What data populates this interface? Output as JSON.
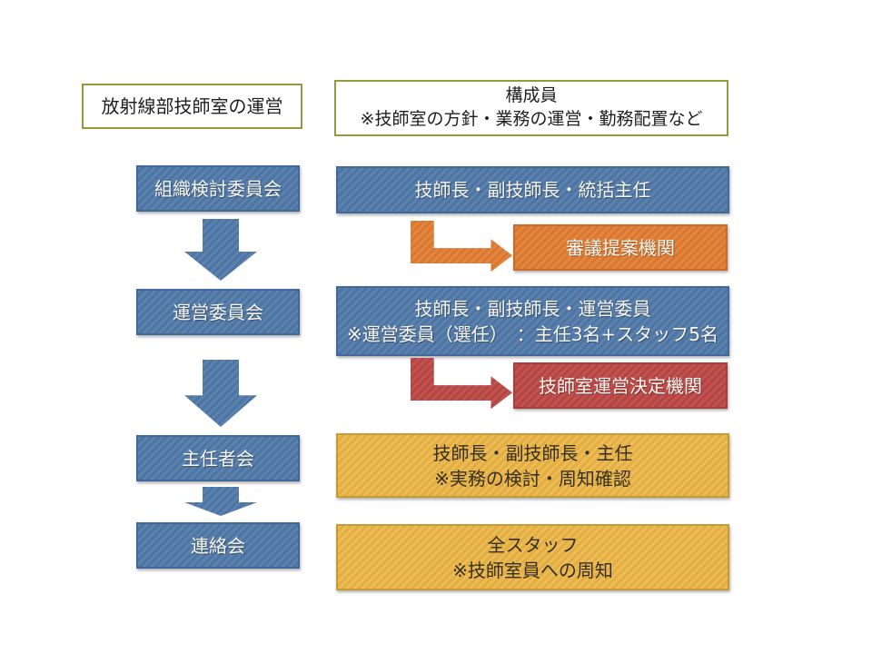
{
  "titles": {
    "left": "放射線部技師室の運営",
    "right_line1": "構成員",
    "right_line2": "※技師室の方針・業務の運営・勤務配置など"
  },
  "flow": {
    "nodes": [
      {
        "label": "組織検討委員会"
      },
      {
        "label": "運営委員会"
      },
      {
        "label": "主任者会"
      },
      {
        "label": "連絡会"
      }
    ]
  },
  "members": {
    "row1_line1": "技師長・副技師長・統括主任",
    "row2_line1": "技師長・副技師長・運営委員",
    "row2_line2": "※運営委員（選任）　：主任3名+スタッフ5名",
    "row3_line1": "技師長・副技師長・主任",
    "row3_line2": "※実務の検討・周知確認",
    "row4_line1": "全スタッフ",
    "row4_line2": "※技師室員への周知"
  },
  "callouts": {
    "orange_label": "審議提案機関",
    "red_label": "技師室運営決定機関"
  },
  "icons": {
    "down_arrow": "down-arrow",
    "elbow_arrow": "elbow-bent-arrow"
  },
  "colors": {
    "blue_base": "#5b81ad",
    "blue_stripe": "#4e74a3",
    "blue_border": "#41689a",
    "orange_base": "#e2853f",
    "orange_stripe": "#d97730",
    "orange_border": "#c86c2b",
    "red_base": "#c05250",
    "red_stripe": "#b44542",
    "red_border": "#a43f3d",
    "yellow_base": "#ebbb55",
    "yellow_stripe": "#e3ad41",
    "yellow_border": "#c79b34",
    "olive_border": "#8e9c3b",
    "text_dark": "#1f1f1f",
    "text_light": "#f8f6f1",
    "text_on_yellow": "#35301e"
  }
}
